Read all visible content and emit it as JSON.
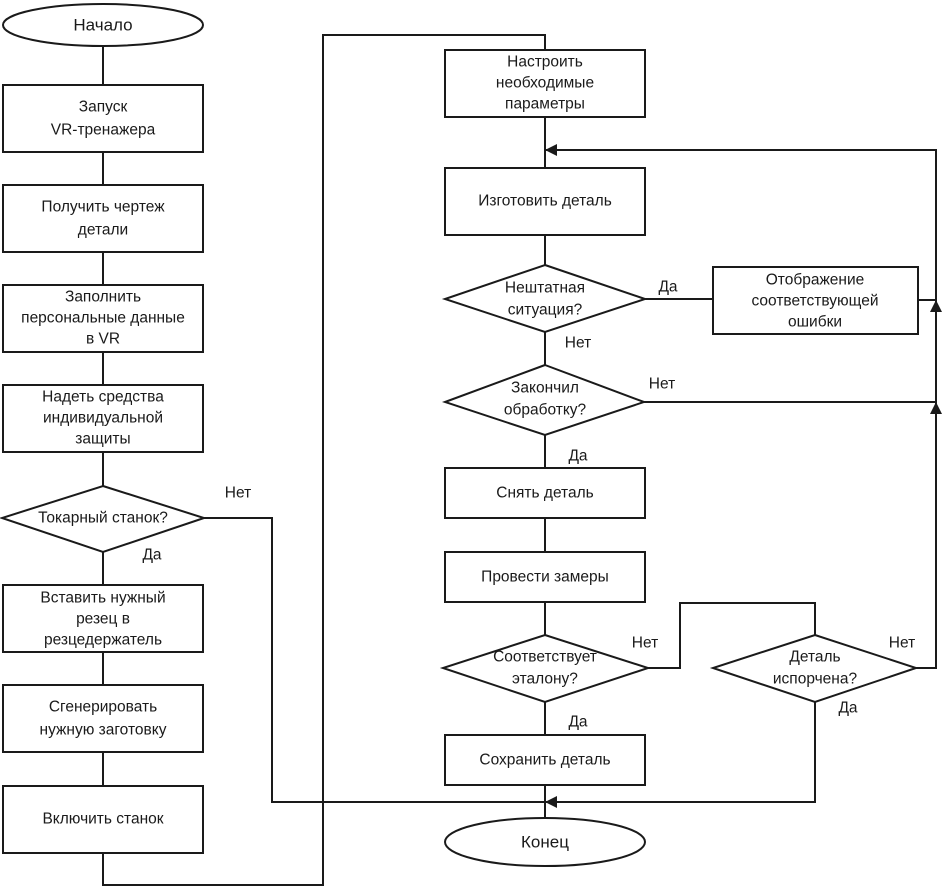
{
  "flowchart": {
    "start": "Начало",
    "end": "Конец",
    "left_column": {
      "launch_1": "Запуск",
      "launch_2": "VR-тренажера",
      "drawing_1": "Получить чертеж",
      "drawing_2": "детали",
      "personal_1": "Заполнить",
      "personal_2": "персональные данные",
      "personal_3": "в VR",
      "ppe_1": "Надеть средства",
      "ppe_2": "индивидуальной",
      "ppe_3": "защиты",
      "lathe_question": "Токарный станок?",
      "cutter_1": "Вставить нужный",
      "cutter_2": "резец в",
      "cutter_3": "резцедержатель",
      "blank_1": "Сгенерировать",
      "blank_2": "нужную заготовку",
      "machine_on": "Включить станок"
    },
    "right_column": {
      "params_1": "Настроить",
      "params_2": "необходимые",
      "params_3": "параметры",
      "make_part": "Изготовить деталь",
      "abnormal_1": "Нештатная",
      "abnormal_2": "ситуация?",
      "error_1": "Отображение",
      "error_2": "соответствующей",
      "error_3": "ошибки",
      "finished_1": "Закончил",
      "finished_2": "обработку?",
      "remove_part": "Снять деталь",
      "measure": "Провести замеры",
      "matches_1": "Соответствует",
      "matches_2": "эталону?",
      "save_part": "Сохранить деталь",
      "damaged_1": "Деталь",
      "damaged_2": "испорчена?"
    },
    "edge_labels": {
      "lathe_no": "Нет",
      "lathe_yes": "Да",
      "abnormal_yes": "Да",
      "abnormal_no": "Нет",
      "finished_no": "Нет",
      "finished_yes": "Да",
      "matches_no": "Нет",
      "matches_yes": "Да",
      "damaged_no": "Нет",
      "damaged_yes": "Да"
    }
  },
  "colors": {
    "stroke": "#1a1a1a",
    "fill": "#ffffff"
  }
}
